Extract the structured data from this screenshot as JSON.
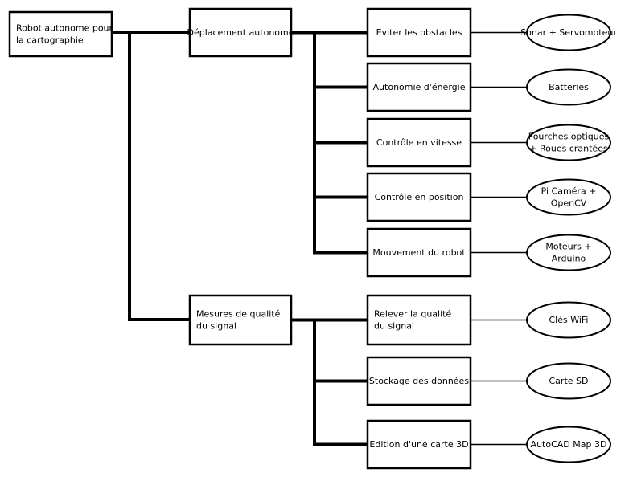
{
  "root": {
    "lines": [
      "Robot autonome pour",
      "la cartographie"
    ]
  },
  "branches": [
    {
      "id": "deplacement",
      "lines": [
        "Déplacement autonome"
      ],
      "functions": [
        {
          "id": "eviter",
          "lines": [
            "Eviter les obstacles"
          ],
          "solution": [
            "Sonar + Servomoteur"
          ]
        },
        {
          "id": "energie",
          "lines": [
            "Autonomie d'énergie"
          ],
          "solution": [
            "Batteries"
          ]
        },
        {
          "id": "vitesse",
          "lines": [
            "Contrôle en vitesse"
          ],
          "solution": [
            "Fourches optiques",
            "+ Roues crantées"
          ]
        },
        {
          "id": "position",
          "lines": [
            "Contrôle en position"
          ],
          "solution": [
            "Pi Caméra +",
            "OpenCV"
          ]
        },
        {
          "id": "mouvement",
          "lines": [
            "Mouvement du robot"
          ],
          "solution": [
            "Moteurs +",
            "Arduino"
          ]
        }
      ]
    },
    {
      "id": "mesures",
      "lines": [
        "Mesures de qualité",
        "du signal"
      ],
      "functions": [
        {
          "id": "relever",
          "lines": [
            "Relever la qualité",
            "du signal"
          ],
          "solution": [
            "Clés WiFi"
          ]
        },
        {
          "id": "stockage",
          "lines": [
            "Stockage des données"
          ],
          "solution": [
            "Carte SD"
          ]
        },
        {
          "id": "edition",
          "lines": [
            "Edition d'une carte 3D"
          ],
          "solution": [
            "AutoCAD Map 3D"
          ]
        }
      ]
    }
  ]
}
